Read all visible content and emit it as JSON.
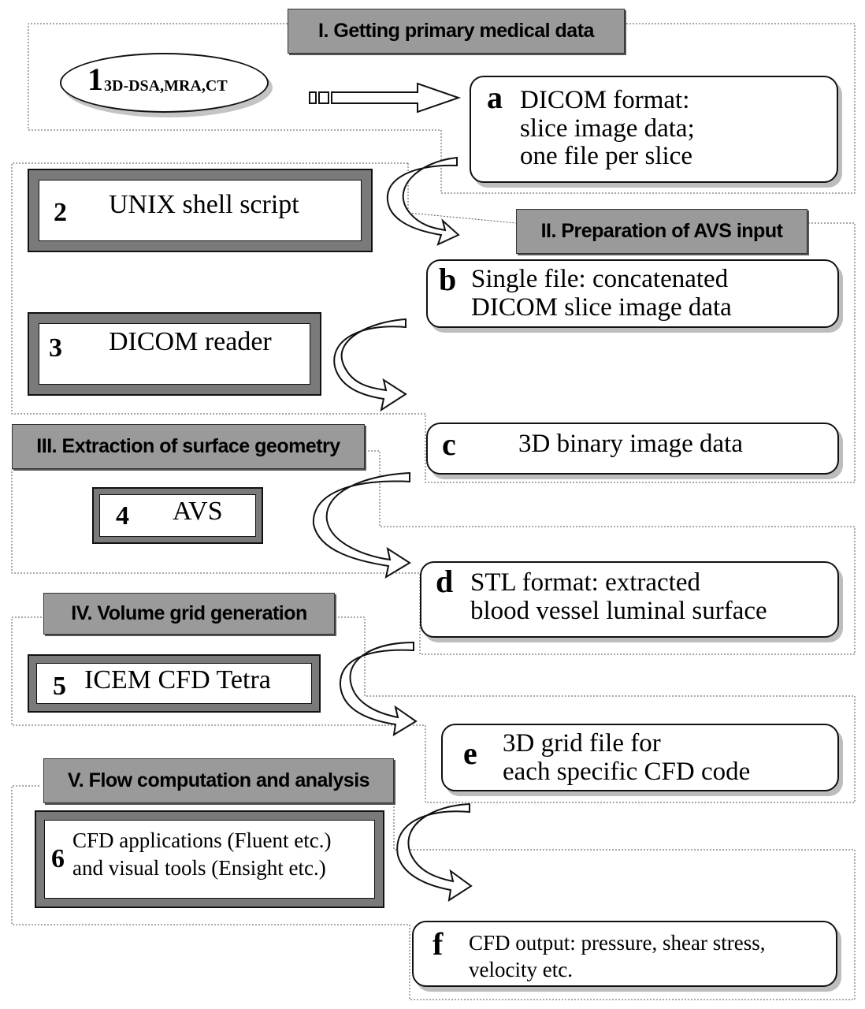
{
  "sections": {
    "s1": "I. Getting primary medical data",
    "s2": "II. Preparation of AVS input",
    "s3": "III. Extraction of surface geometry",
    "s4": "IV.  Volume grid generation",
    "s5": "V. Flow computation and analysis"
  },
  "steps": {
    "step1": {
      "num": "1",
      "text": "3D-DSA,MRA,CT"
    },
    "step2": {
      "num": "2",
      "text": "UNIX shell script"
    },
    "step3": {
      "num": "3",
      "text": "DICOM reader"
    },
    "step4": {
      "num": "4",
      "text": "AVS"
    },
    "step5": {
      "num": "5",
      "text": "ICEM CFD Tetra"
    },
    "step6": {
      "num": "6",
      "line1": "CFD applications (Fluent etc.)",
      "line2": "and visual tools (Ensight etc.)"
    }
  },
  "outputs": {
    "a": {
      "letter": "a",
      "line1": "DICOM format:",
      "line2": "slice image data;",
      "line3": "one file per slice"
    },
    "b": {
      "letter": "b",
      "line1": "Single file: concatenated",
      "line2": "DICOM slice image data"
    },
    "c": {
      "letter": "c",
      "line1": "3D binary image data"
    },
    "d": {
      "letter": "d",
      "line1": "STL format: extracted",
      "line2": "blood vessel luminal surface"
    },
    "e": {
      "letter": "e",
      "line1": "3D grid file for",
      "line2": "each specific CFD code"
    },
    "f": {
      "letter": "f",
      "line1": "CFD output: pressure, shear stress,",
      "line2": "velocity etc."
    }
  }
}
